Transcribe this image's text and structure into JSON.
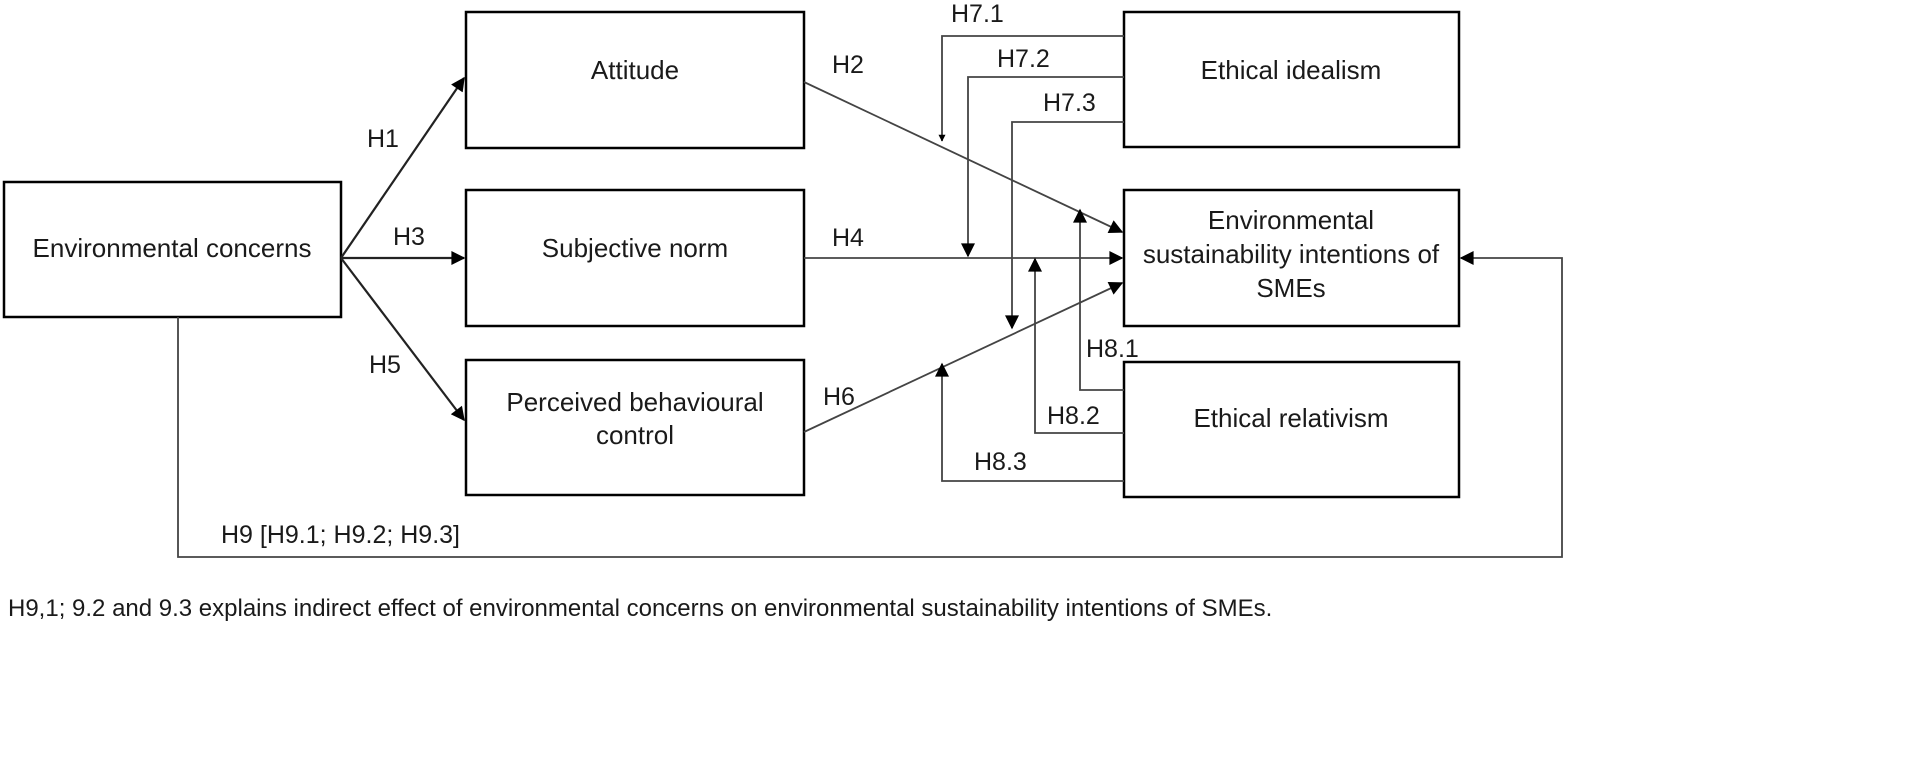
{
  "nodes": {
    "environmental_concerns": "Environmental concerns",
    "attitude": "Attitude",
    "subjective_norm": "Subjective norm",
    "pbc_line1": "Perceived behavioural",
    "pbc_line2": "control",
    "ethical_idealism": "Ethical idealism",
    "esi_line1": "Environmental",
    "esi_line2": "sustainability intentions of",
    "esi_line3": "SMEs",
    "ethical_relativism": "Ethical relativism"
  },
  "labels": {
    "h1": "H1",
    "h2": "H2",
    "h3": "H3",
    "h4": "H4",
    "h5": "H5",
    "h6": "H6",
    "h7_1": "H7.1",
    "h7_2": "H7.2",
    "h7_3": "H7.3",
    "h8_1": "H8.1",
    "h8_2": "H8.2",
    "h8_3": "H8.3",
    "h9": "H9 [H9.1; H9.2; H9.3]"
  },
  "footnote": "H9,1; 9.2 and 9.3 explains indirect effect of environmental concerns on environmental sustainability intentions of SMEs."
}
